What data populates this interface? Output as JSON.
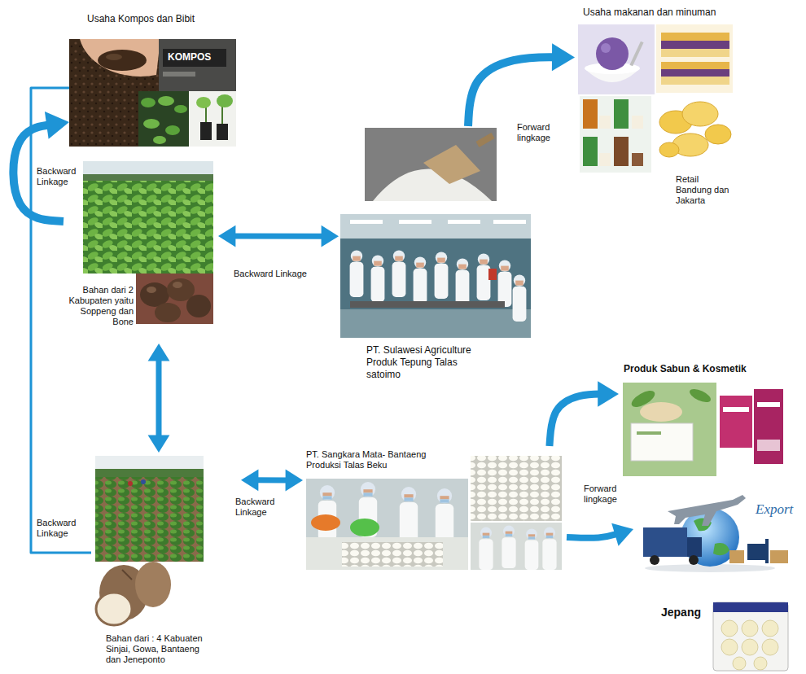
{
  "diagram": {
    "nodes": [
      {
        "text": [
          "Usaha Kompos dan Bibit"
        ]
      },
      {
        "text": [
          "Usaha makanan dan minuman",
          "Retail Bandung dan Jakarta"
        ]
      },
      {
        "text": [
          "Bahan dari 2 Kabupaten yaitu Soppeng dan Bone"
        ]
      },
      {
        "text": [
          "PT. Sulawesi Agriculture Produk Tepung Talas satoimo"
        ]
      },
      {
        "text": [
          "Produk Sabun & Kosmetik"
        ]
      },
      {
        "text": [
          "Bahan dari : 4 Kabuaten Sinjai, Gowa, Bantaeng dan Jeneponto"
        ]
      },
      {
        "text": [
          "PT. Sangkara Mata- Bantaeng Produksi Talas Beku"
        ]
      },
      {
        "text": [
          "Export",
          "Jepang"
        ]
      }
    ],
    "edges": [
      {
        "from": 2,
        "to": 0,
        "arrow": "to",
        "label": "Backward Linkage"
      },
      {
        "from": 5,
        "to": 0,
        "arrow": "none",
        "label": "Backward Linkage"
      },
      {
        "from": 2,
        "to": 3,
        "arrow": "both",
        "label": "Backward Linkage"
      },
      {
        "from": 2,
        "to": 5,
        "arrow": "both"
      },
      {
        "from": 5,
        "to": 6,
        "arrow": "both",
        "label": "Backward Linkage"
      },
      {
        "from": 3,
        "to": 1,
        "arrow": "to",
        "label": "Forward lingkage"
      },
      {
        "from": 6,
        "to": 4,
        "arrow": "to",
        "label": "Forward lingkage"
      },
      {
        "from": 6,
        "to": 7,
        "arrow": "to"
      }
    ],
    "labels": [
      "KOMPOS"
    ]
  }
}
